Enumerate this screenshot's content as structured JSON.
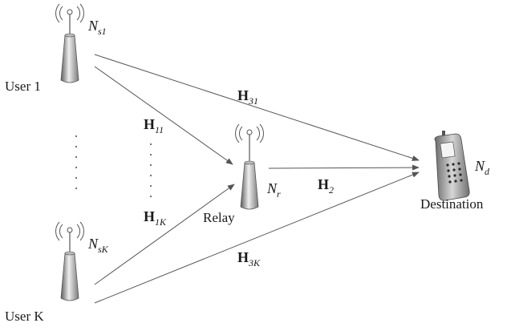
{
  "nodes": {
    "user1": {
      "label": "User 1",
      "antennas": "N",
      "antennas_sub": "s1"
    },
    "userK": {
      "label": "User K",
      "antennas": "N",
      "antennas_sub": "sK"
    },
    "relay": {
      "label": "Relay",
      "antennas": "N",
      "antennas_sub": "r"
    },
    "destination": {
      "label": "Destination",
      "antennas": "N",
      "antennas_sub": "d"
    }
  },
  "channels": {
    "h11": {
      "main": "H",
      "sub": "11"
    },
    "h1K": {
      "main": "H",
      "sub": "1K"
    },
    "h31": {
      "main": "H",
      "sub": "31"
    },
    "h3K": {
      "main": "H",
      "sub": "3K"
    },
    "h2": {
      "main": "H",
      "sub": "2"
    }
  },
  "colors": {
    "line": "#555555",
    "tower_dark": "#6f6f6f",
    "tower_light": "#e8e8e8",
    "phone_body": "#8a8a8a"
  }
}
